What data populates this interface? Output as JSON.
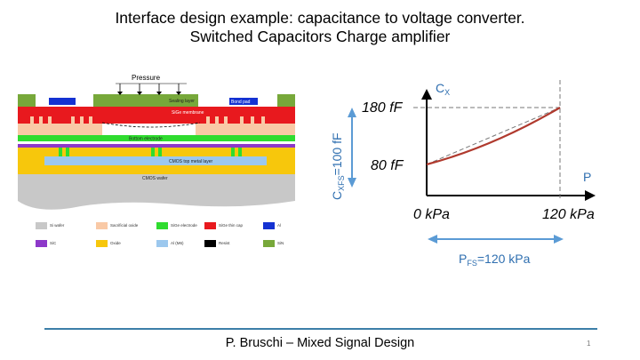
{
  "slide": {
    "title_line1": "Interface design example: capacitance to voltage converter.",
    "title_line2": "Switched Capacitors Charge amplifier",
    "footer": "P. Bruschi – Mixed Signal Design",
    "page_number": "1"
  },
  "cross_section": {
    "pressure_label": "Pressure",
    "labels": {
      "sealing_layer": "Sealing layer",
      "bond_pad": "Bond pad",
      "sige_membrane": "SiGe membrane",
      "bottom_electrode": "Bottom electrode",
      "cmos_top_metal": "CMOS top metal layer",
      "cmos_wafer": "CMOS wafer"
    },
    "colors": {
      "sealing": "#77a83a",
      "membrane": "#e8191e",
      "sacrificial": "#f9c9a6",
      "electrode": "#2fdc2f",
      "oxide": "#f7c70c",
      "sic": "#8d38c9",
      "al": "#1432d2",
      "al_m6": "#9cc8ee",
      "wafer": "#c8c8c8",
      "resist": "#000000"
    },
    "legend": [
      {
        "label": "Si wafer",
        "color": "#c8c8c8"
      },
      {
        "label": "Sacrificial oxide",
        "color": "#f9c9a6"
      },
      {
        "label": "SiGe electrode",
        "color": "#2fdc2f"
      },
      {
        "label": "SiGe thin cap",
        "color": "#e8191e"
      },
      {
        "label": "Al",
        "color": "#1432d2"
      },
      {
        "label": "SiC",
        "color": "#8d38c9"
      },
      {
        "label": "Oxide",
        "color": "#f7c70c"
      },
      {
        "label": "Al (M6)",
        "color": "#9cc8ee"
      },
      {
        "label": "Resist",
        "color": "#000000"
      },
      {
        "label": "SiN",
        "color": "#77a83a"
      }
    ]
  },
  "graph": {
    "y_axis_label": "C",
    "y_axis_sub": "X",
    "x_axis_label": "P",
    "y_tick_high": "180 fF",
    "y_tick_low": "80 fF",
    "x_tick_low": "0 kPa",
    "x_tick_high": "120 kPa",
    "cxfs_main": "C",
    "cxfs_sub": "XFS",
    "cxfs_value": "=100 fF",
    "pfs_main": "P",
    "pfs_sub": "FS",
    "pfs_value": "=120 kPa",
    "curve_color": "#b03a2e",
    "arrow_color": "#5b9bd5"
  }
}
